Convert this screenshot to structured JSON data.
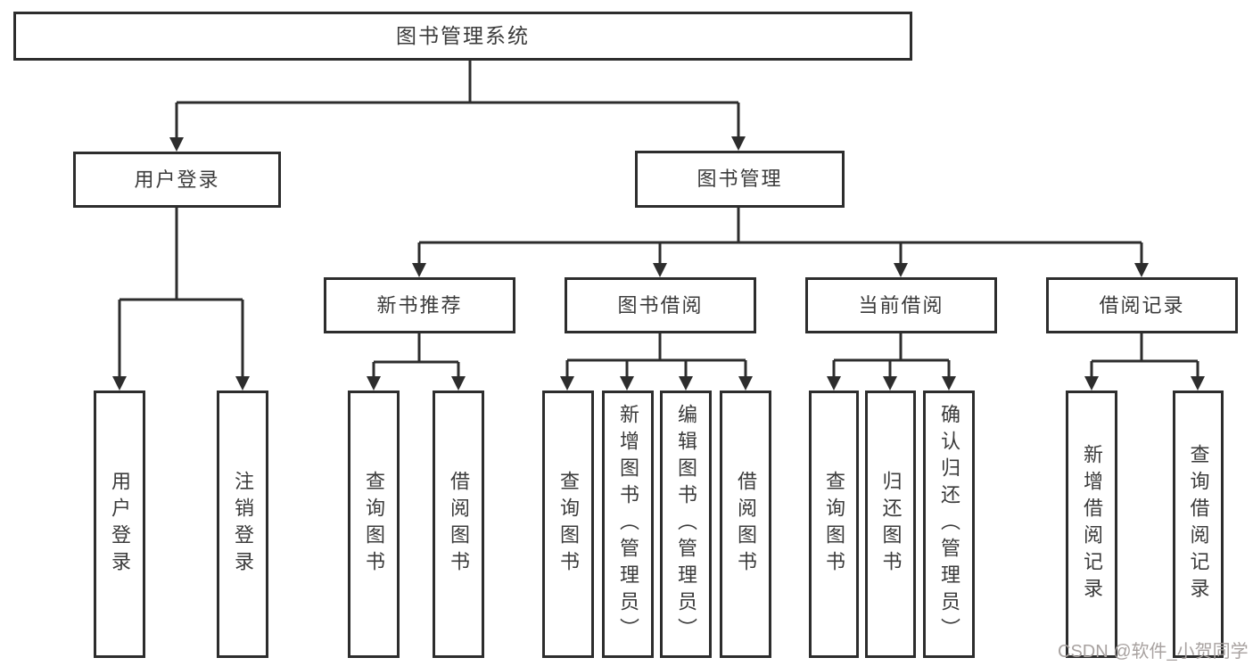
{
  "nodes": {
    "root": {
      "label": "图书管理系统"
    },
    "l2": [
      {
        "label": "用户登录"
      },
      {
        "label": "图书管理"
      }
    ],
    "l3": [
      {
        "label": "新书推荐"
      },
      {
        "label": "图书借阅"
      },
      {
        "label": "当前借阅"
      },
      {
        "label": "借阅记录"
      }
    ],
    "leaves": [
      {
        "label": "用户登录"
      },
      {
        "label": "注销登录"
      },
      {
        "label": "查询图书"
      },
      {
        "label": "借阅图书"
      },
      {
        "label": "查询图书"
      },
      {
        "label": "新增图书（管理员）"
      },
      {
        "label": "编辑图书（管理员）"
      },
      {
        "label": "借阅图书"
      },
      {
        "label": "查询图书"
      },
      {
        "label": "归还图书"
      },
      {
        "label": "确认归还（管理员）"
      },
      {
        "label": "新增借阅记录"
      },
      {
        "label": "查询借阅记录"
      }
    ]
  },
  "watermark": {
    "text": "CSDN @软件_小贺同学"
  },
  "colors": {
    "line": "#2d2d2d",
    "text": "#3b3b3b",
    "watermark": "#a8a2a0",
    "background": "#ffffff"
  }
}
